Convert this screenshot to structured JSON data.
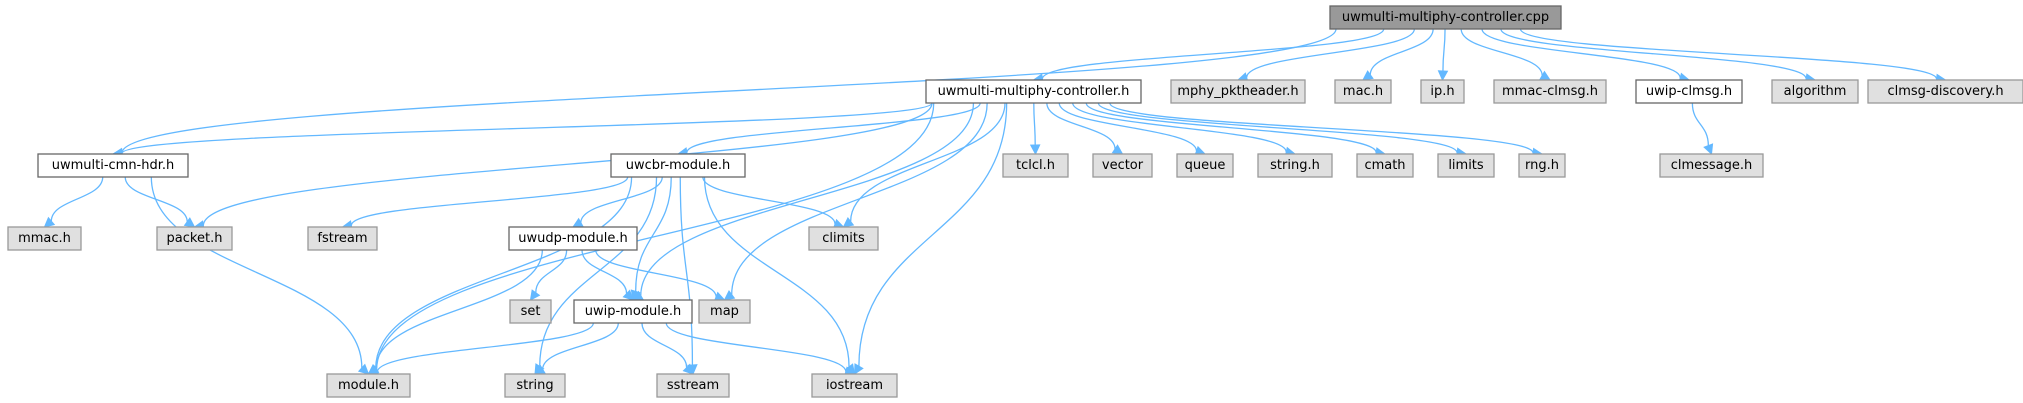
{
  "diagram": {
    "type": "include-dependency-graph",
    "colors": {
      "edge": "#63b8ff",
      "root_fill": "#999999",
      "local_fill": "#ffffff",
      "system_fill": "#e0e0e0",
      "border": "#666666"
    },
    "nodes": [
      {
        "id": "root",
        "label": "uwmulti-multiphy-controller.cpp",
        "kind": "root"
      },
      {
        "id": "ctrl_h",
        "label": "uwmulti-multiphy-controller.h",
        "kind": "local"
      },
      {
        "id": "mphy_pkt",
        "label": "mphy_pktheader.h",
        "kind": "system"
      },
      {
        "id": "mac_h",
        "label": "mac.h",
        "kind": "system"
      },
      {
        "id": "ip_h",
        "label": "ip.h",
        "kind": "system"
      },
      {
        "id": "mmac_clmsg",
        "label": "mmac-clmsg.h",
        "kind": "system"
      },
      {
        "id": "uwip_clmsg",
        "label": "uwip-clmsg.h",
        "kind": "local"
      },
      {
        "id": "algorithm",
        "label": "algorithm",
        "kind": "system"
      },
      {
        "id": "clmsg_disc",
        "label": "clmsg-discovery.h",
        "kind": "system"
      },
      {
        "id": "cmn_hdr",
        "label": "uwmulti-cmn-hdr.h",
        "kind": "local"
      },
      {
        "id": "uwcbr",
        "label": "uwcbr-module.h",
        "kind": "local"
      },
      {
        "id": "tclcl",
        "label": "tclcl.h",
        "kind": "system"
      },
      {
        "id": "vector",
        "label": "vector",
        "kind": "system"
      },
      {
        "id": "queue",
        "label": "queue",
        "kind": "system"
      },
      {
        "id": "string_h",
        "label": "string.h",
        "kind": "system"
      },
      {
        "id": "cmath",
        "label": "cmath",
        "kind": "system"
      },
      {
        "id": "limits",
        "label": "limits",
        "kind": "system"
      },
      {
        "id": "rng",
        "label": "rng.h",
        "kind": "system"
      },
      {
        "id": "clmessage",
        "label": "clmessage.h",
        "kind": "system"
      },
      {
        "id": "mmac_h",
        "label": "mmac.h",
        "kind": "system"
      },
      {
        "id": "packet",
        "label": "packet.h",
        "kind": "system"
      },
      {
        "id": "fstream",
        "label": "fstream",
        "kind": "system"
      },
      {
        "id": "climits",
        "label": "climits",
        "kind": "system"
      },
      {
        "id": "uwudp",
        "label": "uwudp-module.h",
        "kind": "local"
      },
      {
        "id": "set",
        "label": "set",
        "kind": "system"
      },
      {
        "id": "map",
        "label": "map",
        "kind": "system"
      },
      {
        "id": "uwip",
        "label": "uwip-module.h",
        "kind": "local"
      },
      {
        "id": "module",
        "label": "module.h",
        "kind": "system"
      },
      {
        "id": "string",
        "label": "string",
        "kind": "system"
      },
      {
        "id": "sstream",
        "label": "sstream",
        "kind": "system"
      },
      {
        "id": "iostream",
        "label": "iostream",
        "kind": "system"
      }
    ],
    "edges": [
      [
        "root",
        "ctrl_h"
      ],
      [
        "root",
        "mphy_pkt"
      ],
      [
        "root",
        "mac_h"
      ],
      [
        "root",
        "ip_h"
      ],
      [
        "root",
        "mmac_clmsg"
      ],
      [
        "root",
        "uwip_clmsg"
      ],
      [
        "root",
        "algorithm"
      ],
      [
        "root",
        "clmsg_disc"
      ],
      [
        "root",
        "cmn_hdr"
      ],
      [
        "ctrl_h",
        "cmn_hdr"
      ],
      [
        "ctrl_h",
        "packet"
      ],
      [
        "ctrl_h",
        "module"
      ],
      [
        "ctrl_h",
        "uwcbr"
      ],
      [
        "ctrl_h",
        "climits"
      ],
      [
        "ctrl_h",
        "uwip"
      ],
      [
        "ctrl_h",
        "map"
      ],
      [
        "ctrl_h",
        "tclcl"
      ],
      [
        "ctrl_h",
        "vector"
      ],
      [
        "ctrl_h",
        "queue"
      ],
      [
        "ctrl_h",
        "string_h"
      ],
      [
        "ctrl_h",
        "cmath"
      ],
      [
        "ctrl_h",
        "limits"
      ],
      [
        "ctrl_h",
        "rng"
      ],
      [
        "ctrl_h",
        "iostream"
      ],
      [
        "uwip_clmsg",
        "clmessage"
      ],
      [
        "cmn_hdr",
        "mmac_h"
      ],
      [
        "cmn_hdr",
        "packet"
      ],
      [
        "cmn_hdr",
        "module"
      ],
      [
        "uwcbr",
        "fstream"
      ],
      [
        "uwcbr",
        "climits"
      ],
      [
        "uwcbr",
        "uwudp"
      ],
      [
        "uwcbr",
        "module"
      ],
      [
        "uwcbr",
        "string"
      ],
      [
        "uwcbr",
        "uwip"
      ],
      [
        "uwcbr",
        "sstream"
      ],
      [
        "uwcbr",
        "iostream"
      ],
      [
        "uwudp",
        "set"
      ],
      [
        "uwudp",
        "map"
      ],
      [
        "uwudp",
        "uwip"
      ],
      [
        "uwudp",
        "module"
      ],
      [
        "uwip",
        "module"
      ],
      [
        "uwip",
        "string"
      ],
      [
        "uwip",
        "sstream"
      ],
      [
        "uwip",
        "iostream"
      ]
    ]
  }
}
